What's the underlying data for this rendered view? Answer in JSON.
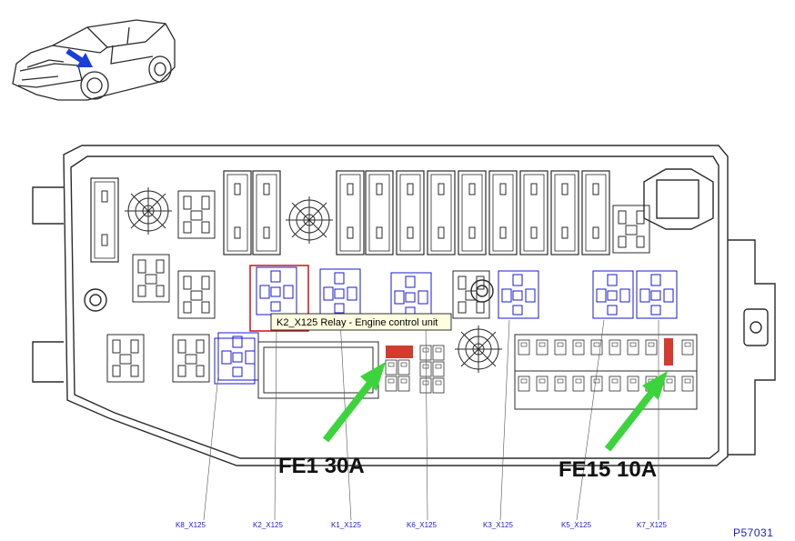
{
  "tooltip": {
    "text": "K2_X125 Relay - Engine control unit"
  },
  "fuse_labels": [
    {
      "id": "fe1",
      "text": "FE1 30A"
    },
    {
      "id": "fe15",
      "text": "FE15 10A"
    }
  ],
  "relay_labels": [
    "K8_X125",
    "K2_X125",
    "K1_X125",
    "K6_X125",
    "K3_X125",
    "K5_X125",
    "K7_X125"
  ],
  "reference": "P57031",
  "colors": {
    "outline": "#2b2b2b",
    "relay_blue": "#1a1ad0",
    "highlight_red": "#d42020",
    "fuse_red": "#d43a2f",
    "arrow_green": "#3cd43c",
    "car_arrow_blue": "#1a3fd8",
    "tooltip_bg": "#ffffe1"
  },
  "icons": [
    "car-icon",
    "locator-arrow-icon",
    "fuse-box-diagram",
    "pointer-arrow-icon"
  ]
}
